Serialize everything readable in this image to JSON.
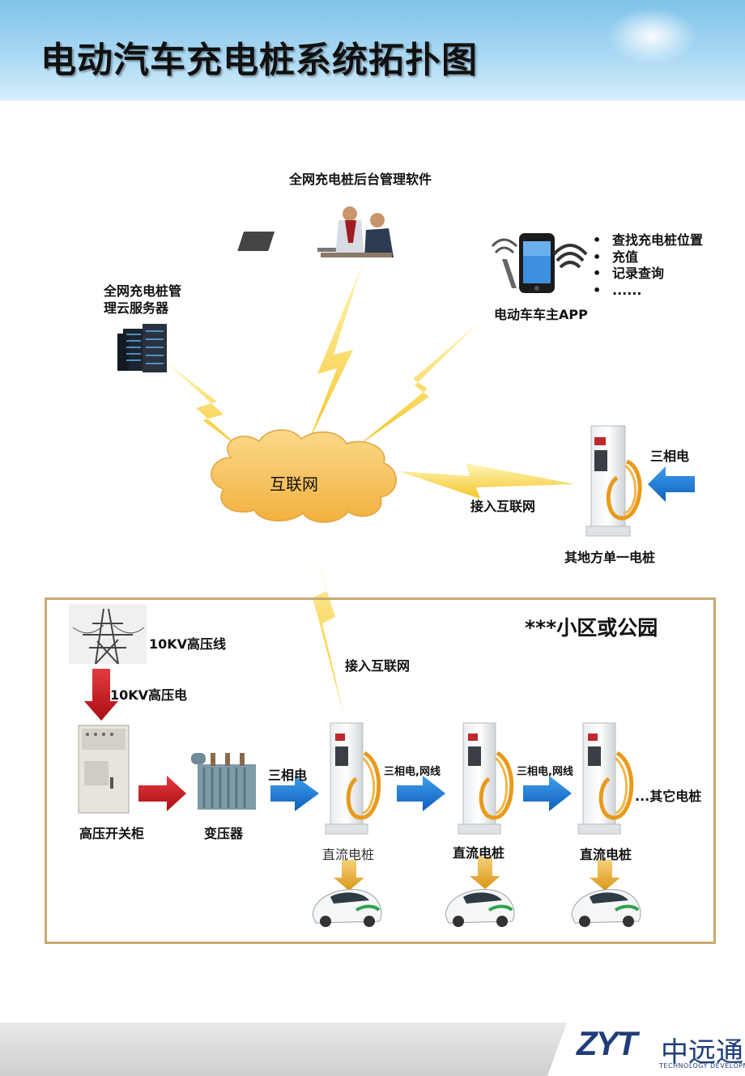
{
  "header": {
    "title": "电动汽车充电桩系统拓扑图"
  },
  "top": {
    "software_label": "全网充电桩后台管理软件",
    "server_label_line1": "全网充电桩管",
    "server_label_line2": "理云服务器",
    "app_label": "电动车车主APP",
    "app_features": [
      "查找充电桩位置",
      "充值",
      "记录查询",
      "......"
    ],
    "cloud_label": "互联网",
    "remote_pile_power": "三相电",
    "remote_pile_net": "接入互联网",
    "remote_pile_label": "其地方单一电桩"
  },
  "park": {
    "title": "***小区或公园",
    "net_label": "接入互联网",
    "hv_line_label": "10KV高压线",
    "hv_power_label": "10KV高压电",
    "switch_label": "高压开关柜",
    "transformer_label": "变压器",
    "three_phase_label": "三相电",
    "link_label_1": "三相电,网线",
    "link_label_2": "三相电,网线",
    "other_piles": "...其它电桩",
    "pile_labels": [
      "直流电桩",
      "直流电桩",
      "直流电桩"
    ]
  },
  "footer": {
    "logo_letters": "ZYT",
    "logo_cn": "中远通",
    "logo_sub": "TECHNOLOGY DEVELOPMENT"
  },
  "colors": {
    "header": "#8ecbee",
    "lightning": "#f7d443",
    "cloud": "#f6c35a",
    "blue_arrow": "#1a7ad0",
    "red_arrow": "#c8141c",
    "gold_arrow": "#e3a625",
    "park_border": "#c8aa6e"
  }
}
